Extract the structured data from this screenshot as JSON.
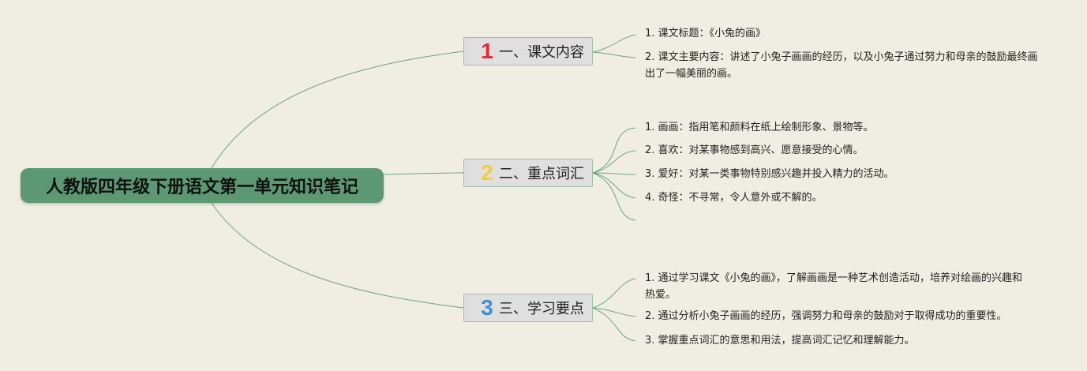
{
  "root": {
    "title": "人教版四年级下册语文第一单元知识笔记"
  },
  "branches": [
    {
      "number": "1",
      "number_color": "#e0283c",
      "label": "一、课文内容",
      "items": [
        "1. 课文标题：《小兔的画》",
        "2. 课文主要内容：讲述了小兔子画画的经历，以及小兔子通过努力和母亲的鼓励最终画出了一幅美丽的画。"
      ]
    },
    {
      "number": "2",
      "number_color": "#f3cc3a",
      "label": "二、重点词汇",
      "items": [
        "1. 画画：指用笔和颜料在纸上绘制形象、景物等。",
        "2. 喜欢：对某事物感到高兴、愿意接受的心情。",
        "3. 爱好：对某一类事物特别感兴趣并投入精力的活动。",
        "4. 奇怪：不寻常，令人意外或不解的。"
      ]
    },
    {
      "number": "3",
      "number_color": "#3e8fd8",
      "label": "三、学习要点",
      "items": [
        "1. 通过学习课文《小兔的画》，了解画画是一种艺术创造活动，培养对绘画的兴趣和热爱。",
        "2. 通过分析小兔子画画的经历，强调努力和母亲的鼓励对于取得成功的重要性。",
        "3. 掌握重点词汇的意思和用法，提高词汇记忆和理解能力。"
      ]
    }
  ],
  "colors": {
    "background": "#f0ede2",
    "root_fill": "#5b9873",
    "connector": "#6aa583"
  }
}
